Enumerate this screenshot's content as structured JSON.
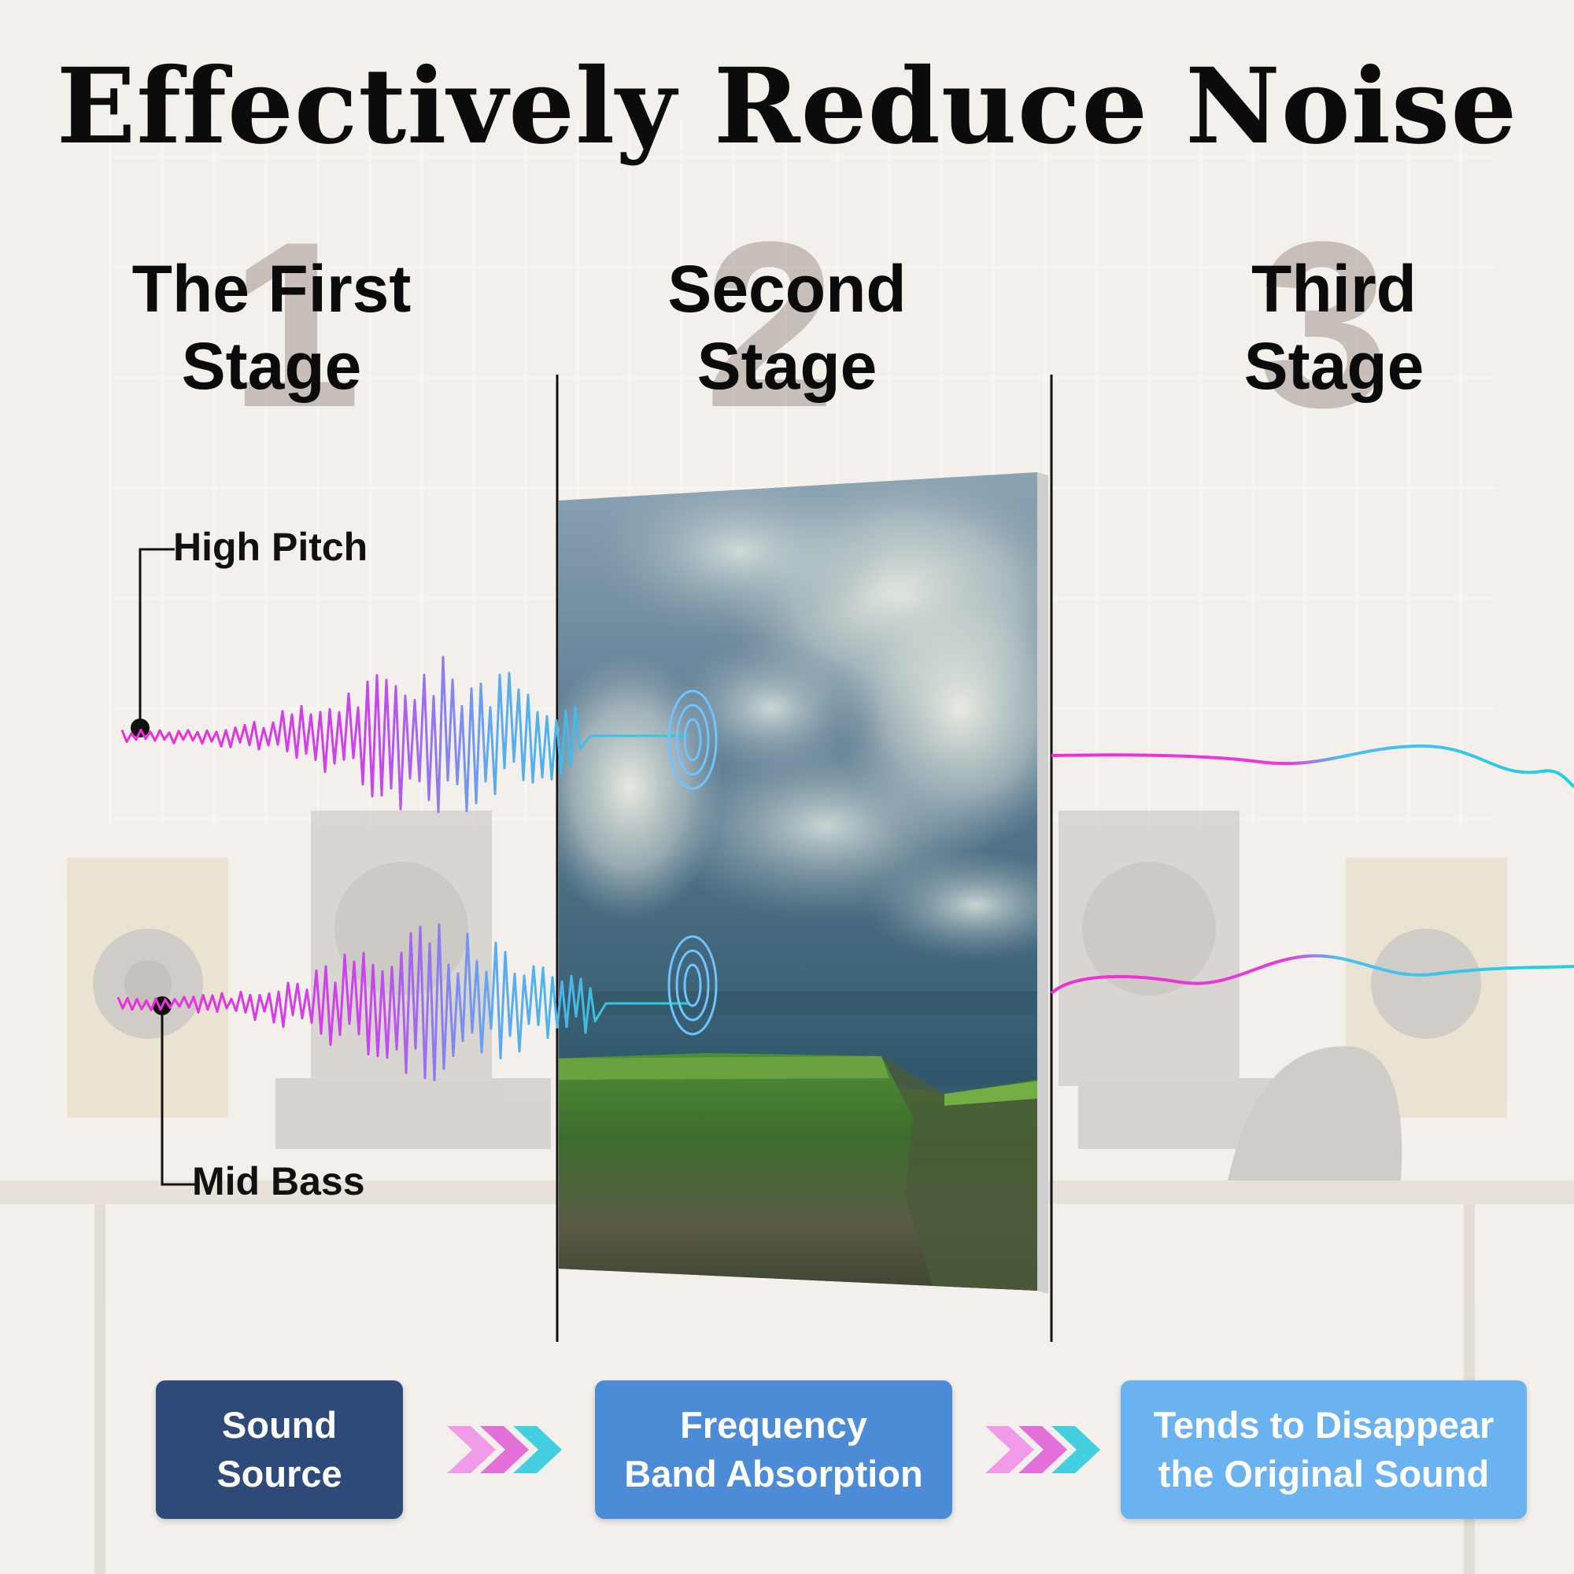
{
  "title": "Effectively Reduce Noise",
  "stages": [
    {
      "number": "1",
      "line1": "The First",
      "line2": "Stage"
    },
    {
      "number": "2",
      "line1": "Second",
      "line2": "Stage"
    },
    {
      "number": "3",
      "line1": "Third",
      "line2": "Stage"
    }
  ],
  "waves": {
    "high_label": "High Pitch",
    "low_label": "Mid Bass"
  },
  "steps": [
    {
      "line1": "Sound",
      "line2": "Source",
      "color": "#2d4a79"
    },
    {
      "line1": "Frequency",
      "line2": "Band Absorption",
      "color": "#4c8bd6"
    },
    {
      "line1": "Tends to Disappear",
      "line2": "the Original Sound",
      "color": "#6ab2f0"
    }
  ],
  "colors": {
    "wave_start": "#f02cd8",
    "wave_end": "#22d2d8",
    "ring": "#6fc3ff"
  }
}
